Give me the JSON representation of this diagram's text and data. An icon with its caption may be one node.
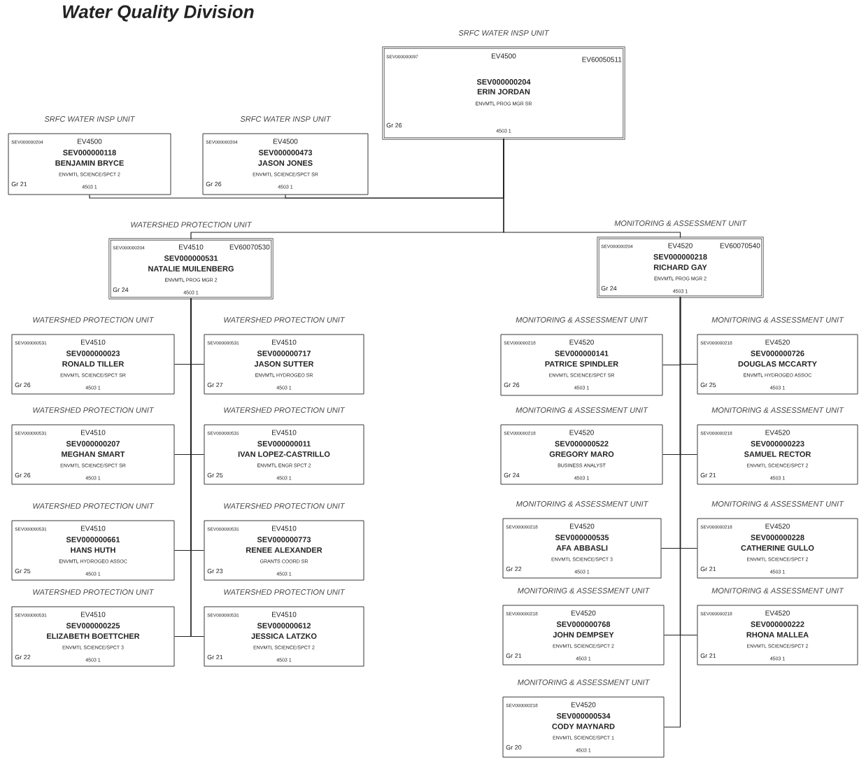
{
  "diagram": {
    "title": "Water Quality Division",
    "nodes": [
      {
        "text": [
          "SRFC WATER INSP UNIT",
          "SEV000000097",
          "EV4500",
          "EV60050511",
          "SEV000000204",
          "ERIN JORDAN",
          "ENVMTL PROG MGR SR",
          "Gr 26",
          "4503 1"
        ]
      },
      {
        "text": [
          "SRFC WATER INSP UNIT",
          "SEV000000204",
          "EV4500",
          "SEV000000118",
          "BENJAMIN BRYCE",
          "ENVMTL SCIENCE/SPCT 2",
          "Gr 21",
          "4503 1"
        ]
      },
      {
        "text": [
          "SRFC WATER INSP UNIT",
          "SEV000000204",
          "EV4500",
          "SEV000000473",
          "JASON JONES",
          "ENVMTL SCIENCE/SPCT SR",
          "Gr 26",
          "4503 1"
        ]
      },
      {
        "text": [
          "WATERSHED PROTECTION UNIT",
          "SEV000000204",
          "EV4510",
          "EV60070530",
          "SEV000000531",
          "NATALIE MUILENBERG",
          "ENVMTL PROG MGR 2",
          "Gr 24",
          "4503 1"
        ]
      },
      {
        "text": [
          "MONITORING & ASSESSMENT UNIT",
          "SEV000000204",
          "EV4520",
          "EV60070540",
          "SEV000000218",
          "RICHARD GAY",
          "ENVMTL PROG MGR 2",
          "Gr 24",
          "4503 1"
        ]
      },
      {
        "text": [
          "WATERSHED PROTECTION UNIT",
          "SEV000000531",
          "EV4510",
          "SEV000000023",
          "RONALD TILLER",
          "ENVMTL SCIENCE/SPCT SR",
          "Gr 26",
          "4503 1"
        ]
      },
      {
        "text": [
          "WATERSHED PROTECTION UNIT",
          "SEV000000531",
          "EV4510",
          "SEV000000717",
          "JASON SUTTER",
          "ENVMTL HYDROGEO SR",
          "Gr 27",
          "4503 1"
        ]
      },
      {
        "text": [
          "WATERSHED PROTECTION UNIT",
          "SEV000000531",
          "EV4510",
          "SEV000000207",
          "MEGHAN SMART",
          "ENVMTL SCIENCE/SPCT SR",
          "Gr 26",
          "4503 1"
        ]
      },
      {
        "text": [
          "WATERSHED PROTECTION UNIT",
          "SEV000000531",
          "EV4510",
          "SEV000000011",
          "IVAN LOPEZ-CASTRILLO",
          "ENVMTL ENGR SPCT 2",
          "Gr 25",
          "4503 1"
        ]
      },
      {
        "text": [
          "WATERSHED PROTECTION UNIT",
          "SEV000000531",
          "EV4510",
          "SEV000000661",
          "HANS HUTH",
          "ENVMTL HYDROGEO ASSOC",
          "Gr 25",
          "4503 1"
        ]
      },
      {
        "text": [
          "WATERSHED PROTECTION UNIT",
          "SEV000000531",
          "EV4510",
          "SEV000000773",
          "RENEE ALEXANDER",
          "GRANTS COORD SR",
          "Gr 23",
          "4503 1"
        ]
      },
      {
        "text": [
          "WATERSHED PROTECTION UNIT",
          "SEV000000531",
          "EV4510",
          "SEV000000225",
          "ELIZABETH BOETTCHER",
          "ENVMTL SCIENCE/SPCT 3",
          "Gr 22",
          "4503 1"
        ]
      },
      {
        "text": [
          "WATERSHED PROTECTION UNIT",
          "SEV000000531",
          "EV4510",
          "SEV000000612",
          "JESSICA LATZKO",
          "ENVMTL SCIENCE/SPCT 2",
          "Gr 21",
          "4503 1"
        ]
      },
      {
        "text": [
          "MONITORING & ASSESSMENT UNIT",
          "SEV000000218",
          "EV4520",
          "SEV000000141",
          "PATRICE SPINDLER",
          "ENVMTL SCIENCE/SPCT SR",
          "Gr 26",
          "4503 1"
        ]
      },
      {
        "text": [
          "MONITORING & ASSESSMENT UNIT",
          "SEV000000218",
          "EV4520",
          "SEV000000726",
          "DOUGLAS MCCARTY",
          "ENVMTL HYDROGEO ASSOC",
          "Gr 25",
          "4503 1"
        ]
      },
      {
        "text": [
          "MONITORING & ASSESSMENT UNIT",
          "SEV000000218",
          "EV4520",
          "SEV000000522",
          "GREGORY MARO",
          "BUSINESS ANALYST",
          "Gr 24",
          "4503 1"
        ]
      },
      {
        "text": [
          "MONITORING & ASSESSMENT UNIT",
          "SEV000000218",
          "EV4520",
          "SEV000000223",
          "SAMUEL RECTOR",
          "ENVMTL SCIENCE/SPCT 2",
          "Gr 21",
          "4503 1"
        ]
      },
      {
        "text": [
          "MONITORING & ASSESSMENT UNIT",
          "SEV000000218",
          "EV4520",
          "SEV000000535",
          "AFA ABBASLI",
          "ENVMTL SCIENCE/SPCT 3",
          "Gr 22",
          "4503 1"
        ]
      },
      {
        "text": [
          "MONITORING & ASSESSMENT UNIT",
          "SEV000000218",
          "EV4520",
          "SEV000000228",
          "CATHERINE GULLO",
          "ENVMTL SCIENCE/SPCT 2",
          "Gr 21",
          "4503 1"
        ]
      },
      {
        "text": [
          "MONITORING & ASSESSMENT UNIT",
          "SEV000000218",
          "EV4520",
          "SEV000000768",
          "JOHN DEMPSEY",
          "ENVMTL SCIENCE/SPCT 2",
          "Gr 21",
          "4503 1"
        ]
      },
      {
        "text": [
          "MONITORING & ASSESSMENT UNIT",
          "SEV000000218",
          "EV4520",
          "SEV000000222",
          "RHONA MALLEA",
          "ENVMTL SCIENCE/SPCT 2",
          "Gr 21",
          "4503 1"
        ]
      },
      {
        "text": [
          "MONITORING & ASSESSMENT UNIT",
          "SEV000000218",
          "EV4520",
          "SEV000000534",
          "CODY MAYNARD",
          "ENVMTL SCIENCE/SPCT 1",
          "Gr 20",
          "4503 1"
        ]
      }
    ],
    "edges": [
      {
        "from": 0,
        "to": 1,
        "arrow": "none"
      },
      {
        "from": 0,
        "to": 2,
        "arrow": "none"
      },
      {
        "from": 0,
        "to": 3,
        "arrow": "none"
      },
      {
        "from": 0,
        "to": 4,
        "arrow": "none"
      },
      {
        "from": 3,
        "to": 5,
        "arrow": "none"
      },
      {
        "from": 3,
        "to": 6,
        "arrow": "none"
      },
      {
        "from": 3,
        "to": 7,
        "arrow": "none"
      },
      {
        "from": 3,
        "to": 8,
        "arrow": "none"
      },
      {
        "from": 3,
        "to": 9,
        "arrow": "none"
      },
      {
        "from": 3,
        "to": 10,
        "arrow": "none"
      },
      {
        "from": 3,
        "to": 11,
        "arrow": "none"
      },
      {
        "from": 3,
        "to": 12,
        "arrow": "none"
      },
      {
        "from": 4,
        "to": 13,
        "arrow": "none"
      },
      {
        "from": 4,
        "to": 14,
        "arrow": "none"
      },
      {
        "from": 4,
        "to": 15,
        "arrow": "none"
      },
      {
        "from": 4,
        "to": 16,
        "arrow": "none"
      },
      {
        "from": 4,
        "to": 17,
        "arrow": "none"
      },
      {
        "from": 4,
        "to": 18,
        "arrow": "none"
      },
      {
        "from": 4,
        "to": 19,
        "arrow": "none"
      },
      {
        "from": 4,
        "to": 20,
        "arrow": "none"
      },
      {
        "from": 4,
        "to": 21,
        "arrow": "none"
      }
    ]
  }
}
